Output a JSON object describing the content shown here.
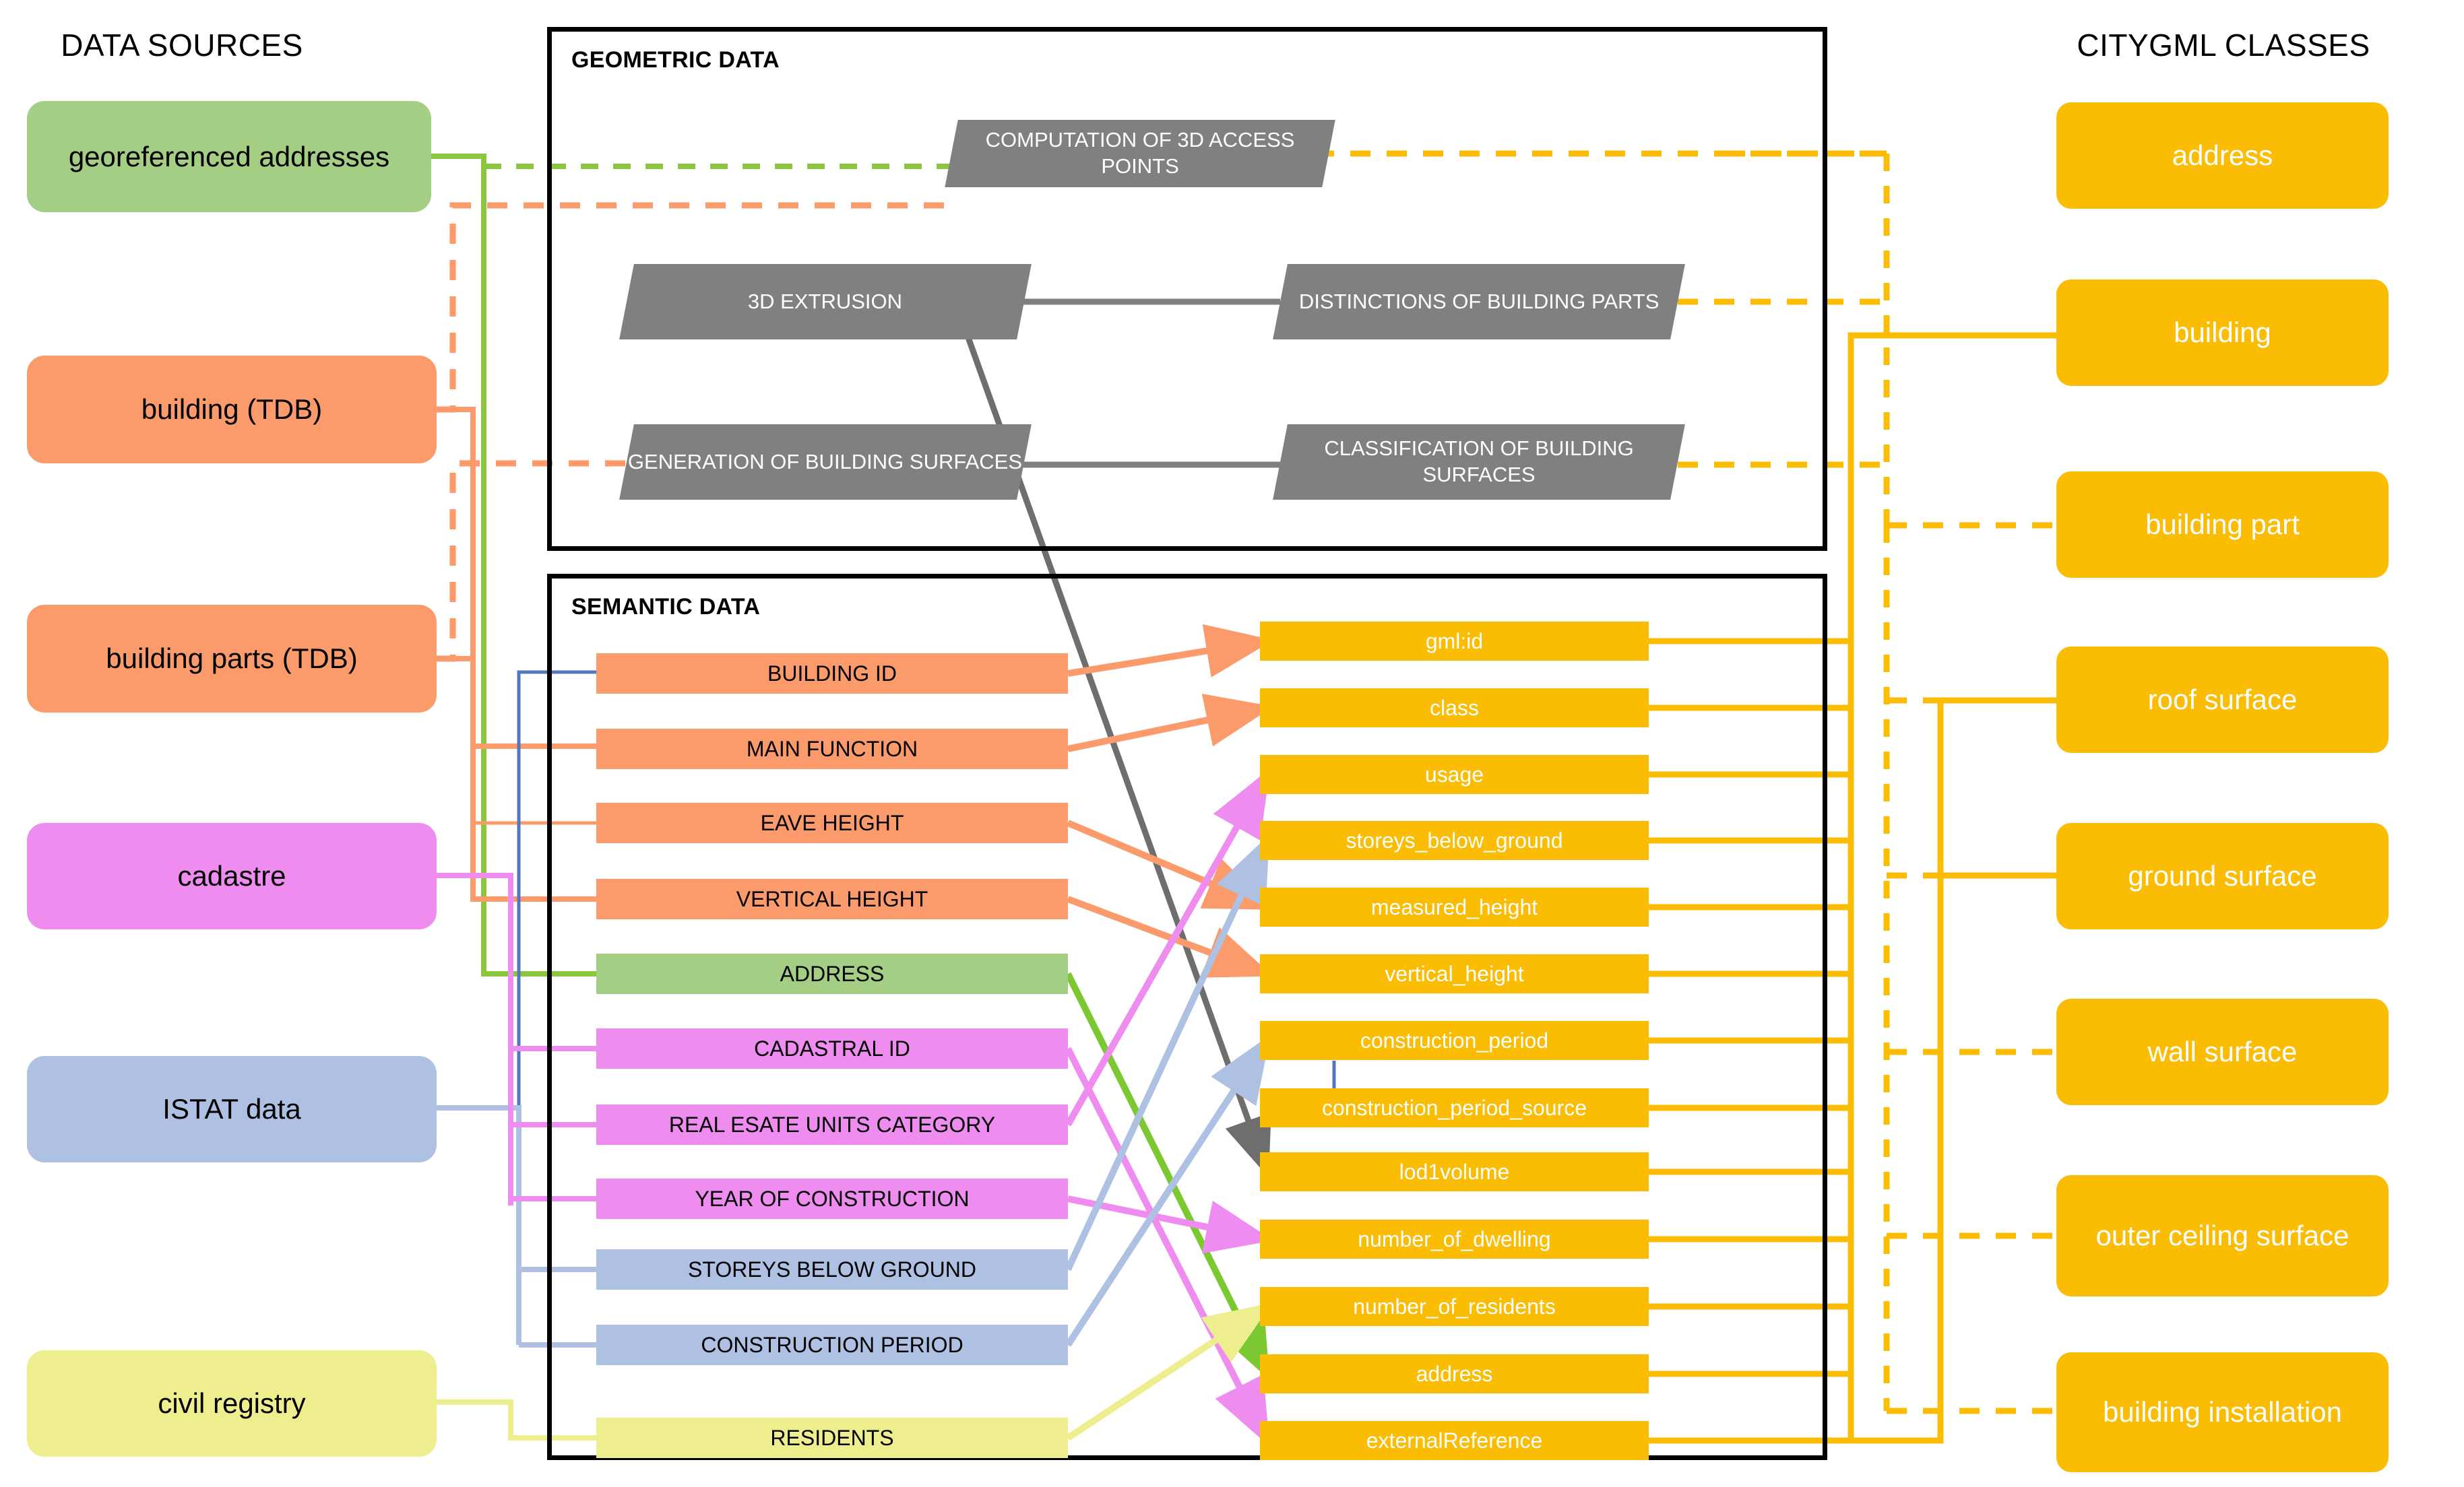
{
  "headers": {
    "data_sources": "DATA SOURCES",
    "citygml_classes": "CITYGML CLASSES"
  },
  "frames": {
    "geometric": "GEOMETRIC DATA",
    "semantic": "SEMANTIC DATA"
  },
  "colors": {
    "green": "#A4CE84",
    "orange": "#FB9A6A",
    "magenta": "#EE8CF0",
    "blue": "#AEC1E3",
    "yellow_src": "#EEEE8E",
    "gray_process": "#808080",
    "amber": "#FBBC04",
    "frame": "#000000"
  },
  "data_sources": [
    {
      "label": "georeferenced addresses",
      "color": "#A4CE84"
    },
    {
      "label": "building (TDB)",
      "color": "#FB9A6A"
    },
    {
      "label": "building parts (TDB)",
      "color": "#FB9A6A"
    },
    {
      "label": "cadastre",
      "color": "#EE8CF0"
    },
    {
      "label": "ISTAT data",
      "color": "#AEC1E3"
    },
    {
      "label": "civil registry",
      "color": "#EEEE8E"
    }
  ],
  "geometric_processes": [
    {
      "label": "COMPUTATION OF\n3D ACCESS POINTS",
      "line1": "COMPUTATION OF",
      "line2": "3D ACCESS POINTS"
    },
    {
      "label": "3D EXTRUSION",
      "line1": "3D EXTRUSION",
      "line2": ""
    },
    {
      "label": "DISTINCTIONS OF BUILDING PARTS",
      "line1": "DISTINCTIONS OF",
      "line2": "BUILDING PARTS"
    },
    {
      "label": "GENERATION OF BUILDING SURFACES",
      "line1": "GENERATION OF",
      "line2": "BUILDING SURFACES"
    },
    {
      "label": "CLASSIFICATION OF BUILDING SURFACES",
      "line1": "CLASSIFICATION OF",
      "line2": "BUILDING SURFACES"
    }
  ],
  "semantic_inputs": [
    {
      "label": "BUILDING ID",
      "color": "#FB9A6A"
    },
    {
      "label": "MAIN FUNCTION",
      "color": "#FB9A6A"
    },
    {
      "label": "EAVE HEIGHT",
      "color": "#FB9A6A"
    },
    {
      "label": "VERTICAL HEIGHT",
      "color": "#FB9A6A"
    },
    {
      "label": "ADDRESS",
      "color": "#A4CE84"
    },
    {
      "label": "CADASTRAL ID",
      "color": "#EE8CF0"
    },
    {
      "label": "REAL ESATE UNITS CATEGORY",
      "color": "#EE8CF0"
    },
    {
      "label": "YEAR OF CONSTRUCTION",
      "color": "#EE8CF0"
    },
    {
      "label": "STOREYS BELOW GROUND",
      "color": "#AEC1E3"
    },
    {
      "label": "CONSTRUCTION PERIOD",
      "color": "#AEC1E3"
    },
    {
      "label": "RESIDENTS",
      "color": "#EEEE8E"
    }
  ],
  "semantic_attributes": [
    {
      "label": "gml:id"
    },
    {
      "label": "class"
    },
    {
      "label": "usage"
    },
    {
      "label": "storeys_below_ground"
    },
    {
      "label": "measured_height"
    },
    {
      "label": "vertical_height"
    },
    {
      "label": "construction_period"
    },
    {
      "label": "construction_period_source"
    },
    {
      "label": "lod1volume"
    },
    {
      "label": "number_of_dwelling"
    },
    {
      "label": "number_of_residents"
    },
    {
      "label": "address"
    },
    {
      "label": "externalReference"
    }
  ],
  "citygml_classes": [
    {
      "label": "address"
    },
    {
      "label": "building"
    },
    {
      "label": "building part"
    },
    {
      "label": "roof surface"
    },
    {
      "label": "ground surface"
    },
    {
      "label": "wall surface"
    },
    {
      "label": "outer ceiling surface"
    },
    {
      "label": "building installation"
    }
  ]
}
